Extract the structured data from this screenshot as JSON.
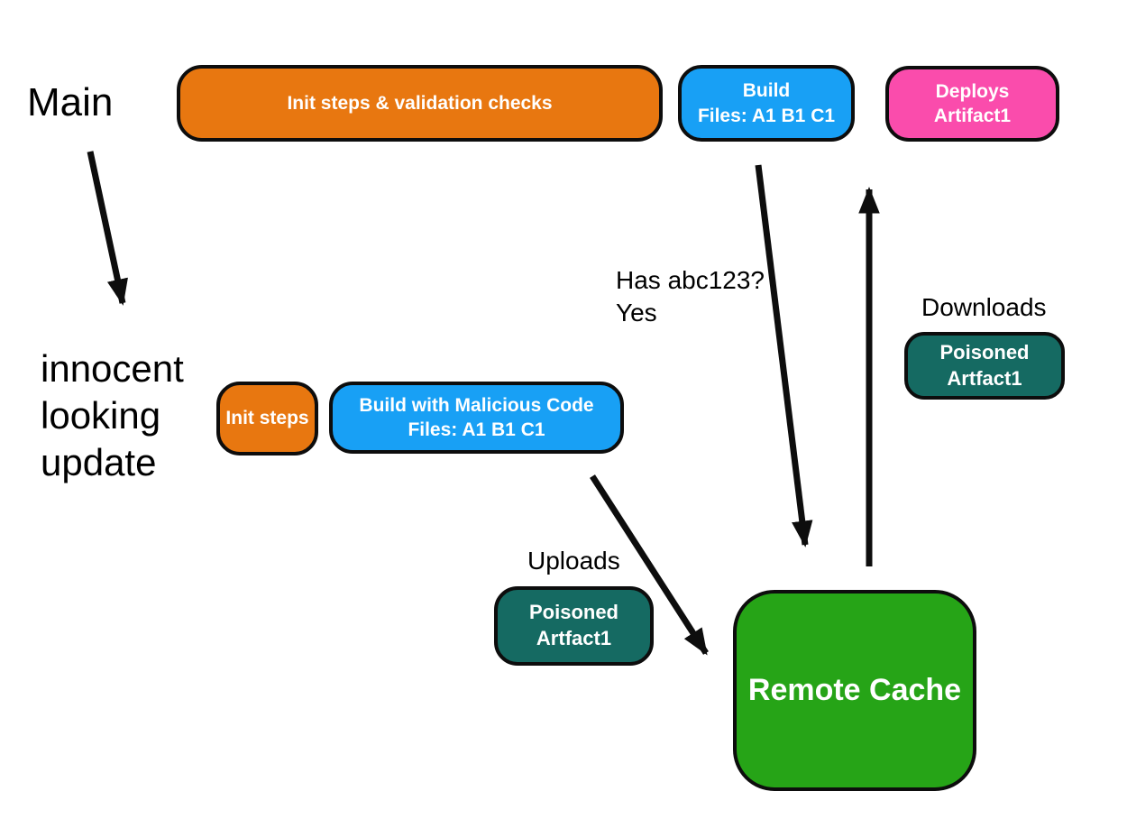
{
  "diagram": {
    "labels": {
      "main": "Main",
      "innocent_line1": "innocent",
      "innocent_line2": "looking",
      "innocent_line3": "update",
      "has_abc_line1": "Has abc123?",
      "has_abc_line2": "Yes",
      "downloads": "Downloads",
      "uploads": "Uploads"
    },
    "nodes": {
      "init_validation": {
        "label": "Init steps & validation checks",
        "color": "#E87710"
      },
      "build_main": {
        "line1": "Build",
        "line2": "Files: A1 B1 C1",
        "color": "#18A0F5"
      },
      "deploys": {
        "line1": "Deploys",
        "line2": "Artifact1",
        "color": "#FA4CAC"
      },
      "init_steps": {
        "label": "Init steps",
        "color": "#E87710"
      },
      "build_malicious": {
        "line1": "Build with Malicious Code",
        "line2": "Files: A1 B1 C1",
        "color": "#18A0F5"
      },
      "poisoned_download": {
        "line1": "Poisoned",
        "line2": "Artfact1",
        "color": "#156A62"
      },
      "poisoned_upload": {
        "line1": "Poisoned",
        "line2": "Artfact1",
        "color": "#156A62"
      },
      "remote_cache": {
        "label": "Remote Cache",
        "color": "#26A417"
      }
    },
    "colors": {
      "orange": "#E87710",
      "blue": "#18A0F5",
      "pink": "#FA4CAC",
      "teal": "#156A62",
      "green": "#26A417",
      "arrow": "#0d0d0d",
      "text": "#000000",
      "node_text": "#ffffff"
    }
  }
}
